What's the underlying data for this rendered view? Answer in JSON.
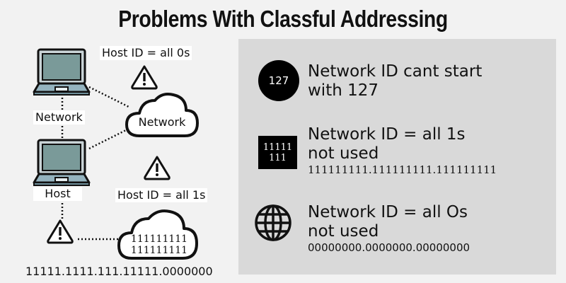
{
  "title": "Problems With Classful Addressing",
  "diagram": {
    "laptop_top": {
      "icon": "laptop-icon"
    },
    "laptop_host": {
      "icon": "laptop-icon"
    },
    "label_network_left": "Network",
    "label_host": "Host",
    "label_host_id_zeros": "Host ID = all 0s",
    "label_host_id_ones": "Host ID = all 1s",
    "cloud_network_label": "Network",
    "cloud_binary_lines": [
      "111111111",
      "111111111"
    ],
    "bottom_binary": "11111.1111.111.11111.0000000",
    "warning_icons": [
      "warning-icon",
      "warning-icon",
      "warning-icon"
    ]
  },
  "panel": {
    "items": [
      {
        "icon": "badge-127",
        "icon_text": "127",
        "line1": "Network ID cant start",
        "line2": "with 127"
      },
      {
        "icon": "binary-box",
        "icon_lines": [
          "11111",
          "111"
        ],
        "line1": "Network ID = all 1s",
        "line2": "not used",
        "sub": "111111111.111111111.111111111"
      },
      {
        "icon": "globe-icon",
        "line1": "Network ID = all Os",
        "line2": "not used",
        "sub": "00000000.0000000.00000000"
      }
    ]
  },
  "colors": {
    "background": "#f2f2f2",
    "panel": "#d9d9d9",
    "laptop_screen": "#7a9a99",
    "laptop_base": "#94b3bf"
  }
}
